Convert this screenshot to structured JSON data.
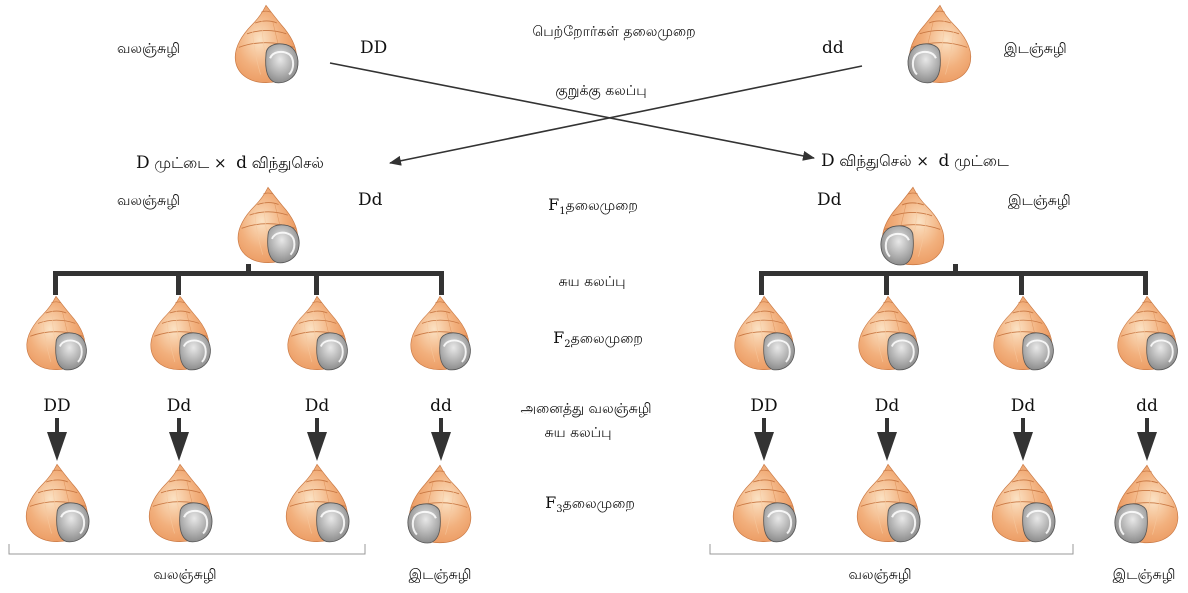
{
  "parents": {
    "generation_label": "பெற்றோர்கள் தலைமுறை",
    "left_type": "வலஞ்சுழி",
    "left_genotype": "DD",
    "right_type": "இடஞ்சுழி",
    "right_genotype": "dd"
  },
  "cross_label": "குறுக்கு கலப்பு",
  "left_cross": {
    "allele1": "D",
    "cell1": "முட்டை",
    "times": "×",
    "allele2": "d",
    "cell2": "விந்துசெல்"
  },
  "right_cross": {
    "allele1": "D",
    "cell1": "விந்துசெல்",
    "times": "×",
    "allele2": "d",
    "cell2": "முட்டை"
  },
  "f1": {
    "gen_letter": "F",
    "gen_sub": "1",
    "gen_word": "தலைமுறை",
    "left_type": "வலஞ்சுழி",
    "left_genotype": "Dd",
    "right_type": "இடஞ்சுழி",
    "right_genotype": "Dd"
  },
  "self_cross_label": "சுய கலப்பு",
  "f2": {
    "gen_letter": "F",
    "gen_sub": "2",
    "gen_word": "தலைமுறை"
  },
  "f2_genotypes_left": [
    "DD",
    "Dd",
    "Dd",
    "dd"
  ],
  "f2_genotypes_right": [
    "DD",
    "Dd",
    "Dd",
    "dd"
  ],
  "all_dextral_self_cross": {
    "line1": "அனைத்து வலஞ்சுழி",
    "line2": "சுய கலப்பு"
  },
  "f3": {
    "gen_letter": "F",
    "gen_sub": "3",
    "gen_word": "தலைமுறை"
  },
  "bottom_labels": {
    "left_group": "வலஞ்சுழி",
    "left_single": "இடஞ்சுழி",
    "right_group": "வலஞ்சுழி",
    "right_single": "இடஞ்சுழி"
  },
  "colors": {
    "shell_orange": "#e9945a",
    "shell_light": "#fbe2c4",
    "aperture_gray": "#7d7d7d",
    "line": "#333333"
  },
  "icon_names": [
    "dextral-snail-icon",
    "sinistral-snail-icon",
    "down-arrow-icon"
  ]
}
